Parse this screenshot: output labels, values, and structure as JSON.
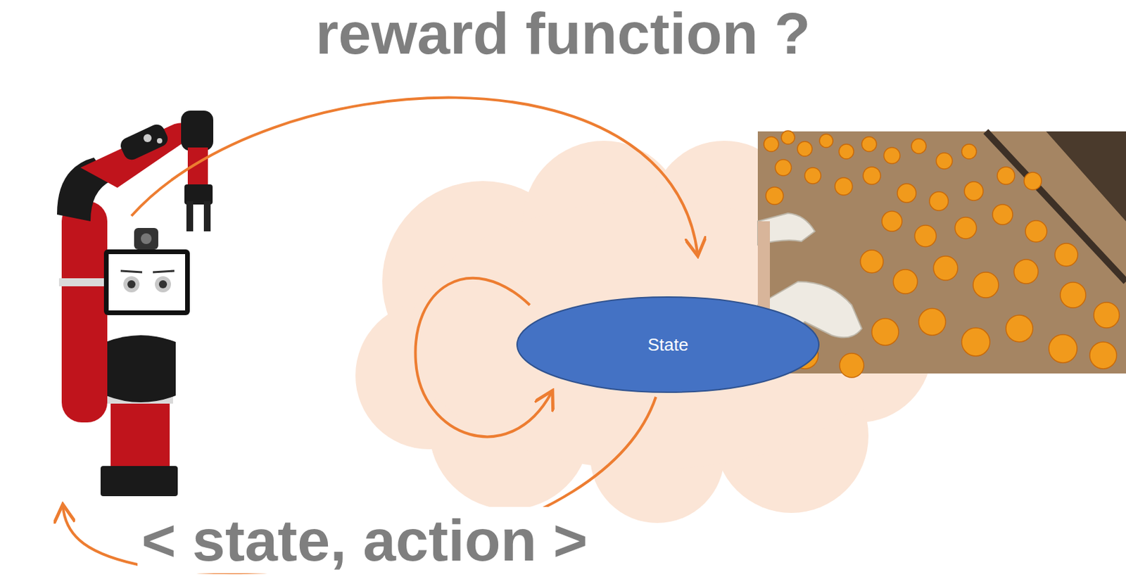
{
  "diagram": {
    "title": "reward function ?",
    "nodes": [
      {
        "text": [
          "State"
        ]
      }
    ],
    "labels": [
      "< state, action >"
    ]
  }
}
